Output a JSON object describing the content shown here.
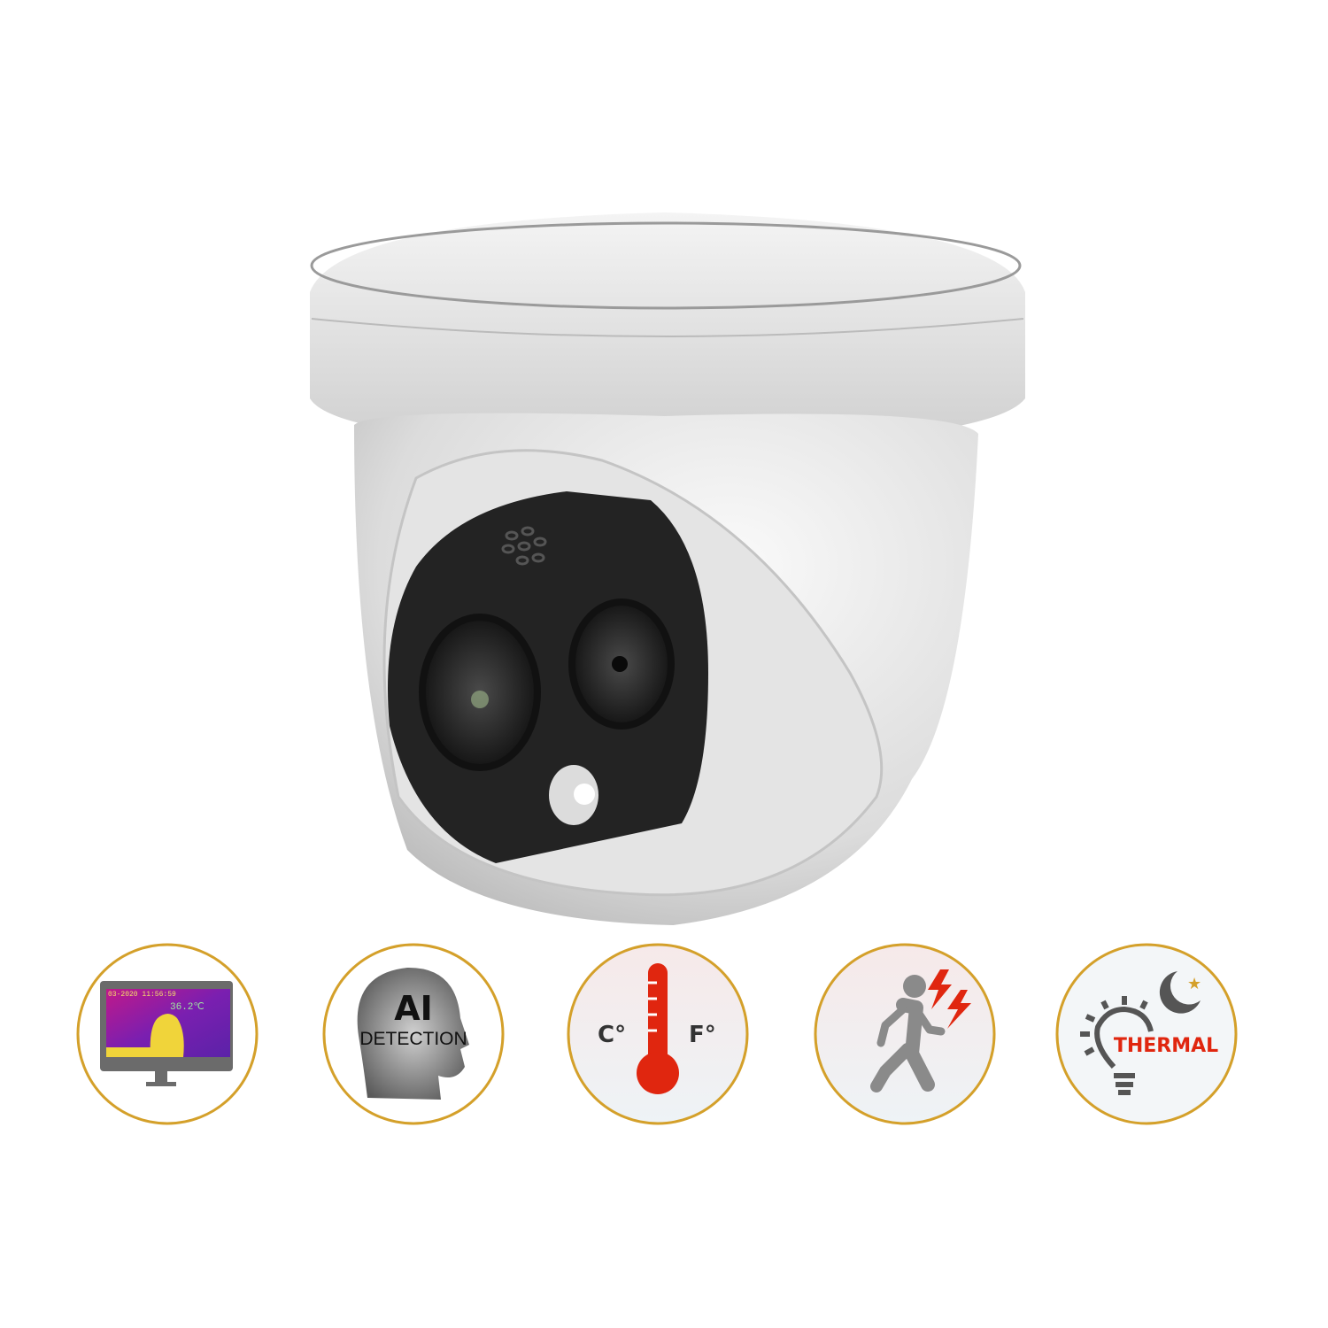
{
  "product": {
    "name": "thermal-turret-camera"
  },
  "features": [
    {
      "id": "thermal-monitor",
      "timestamp": "03-2020 11:56:59",
      "temperature": "36.2℃"
    },
    {
      "id": "ai-detection",
      "line1": "AI",
      "line2": "DETECTION"
    },
    {
      "id": "temperature-units",
      "celsius": "C°",
      "fahrenheit": "F°"
    },
    {
      "id": "intrusion-alert"
    },
    {
      "id": "thermal-night",
      "label": "THERMAL"
    }
  ],
  "colors": {
    "ring": "#d4a02a",
    "accent_red": "#e0260f",
    "icon_gray": "#6b6b6b",
    "lens_black": "#222222"
  }
}
